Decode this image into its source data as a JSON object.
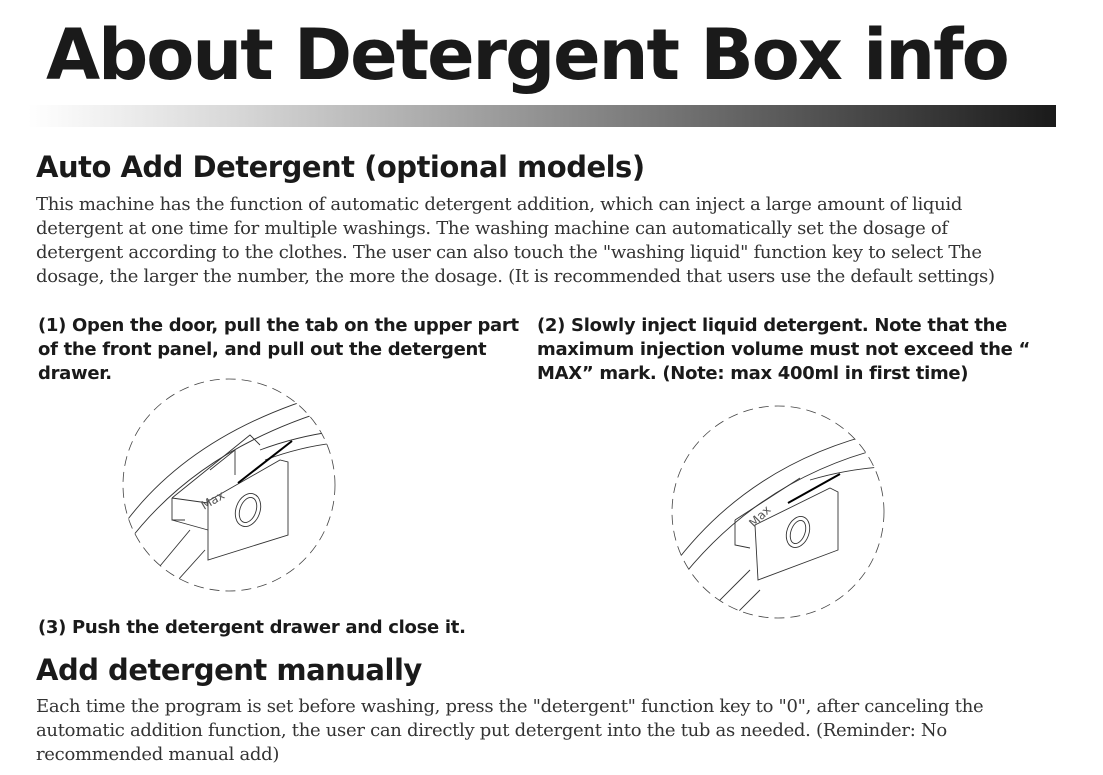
{
  "title": "About Detergent Box info",
  "auto": {
    "heading": "Auto Add Detergent (optional models)",
    "lines": [
      "This machine has the function of automatic detergent addition, which can inject a large amount of liquid",
      "detergent at one time for multiple washings. The washing machine can automatically set the dosage of",
      "detergent according to the clothes. The user can also touch the \"washing liquid\" function key to select The",
      "dosage, the larger the number, the more the dosage. (It is recommended that users use the default settings)"
    ]
  },
  "steps": {
    "s1": [
      "(1) Open the door, pull the tab on the upper part",
      "of the front panel, and pull out the detergent",
      "drawer."
    ],
    "s2": [
      "(2) Slowly inject liquid detergent. Note that the",
      "maximum injection volume must not exceed the “",
      "MAX” mark. (Note: max 400ml  in first time)"
    ],
    "s3": "(3) Push the detergent drawer and close it.",
    "max_label": "Max"
  },
  "manual": {
    "heading": "Add detergent manually",
    "lines": [
      "Each time the program is set before washing, press the \"detergent\" function key to \"0\", after canceling the",
      "automatic addition function, the user can directly put detergent into the tub as needed. (Reminder: No",
      "recommended manual add)"
    ]
  }
}
